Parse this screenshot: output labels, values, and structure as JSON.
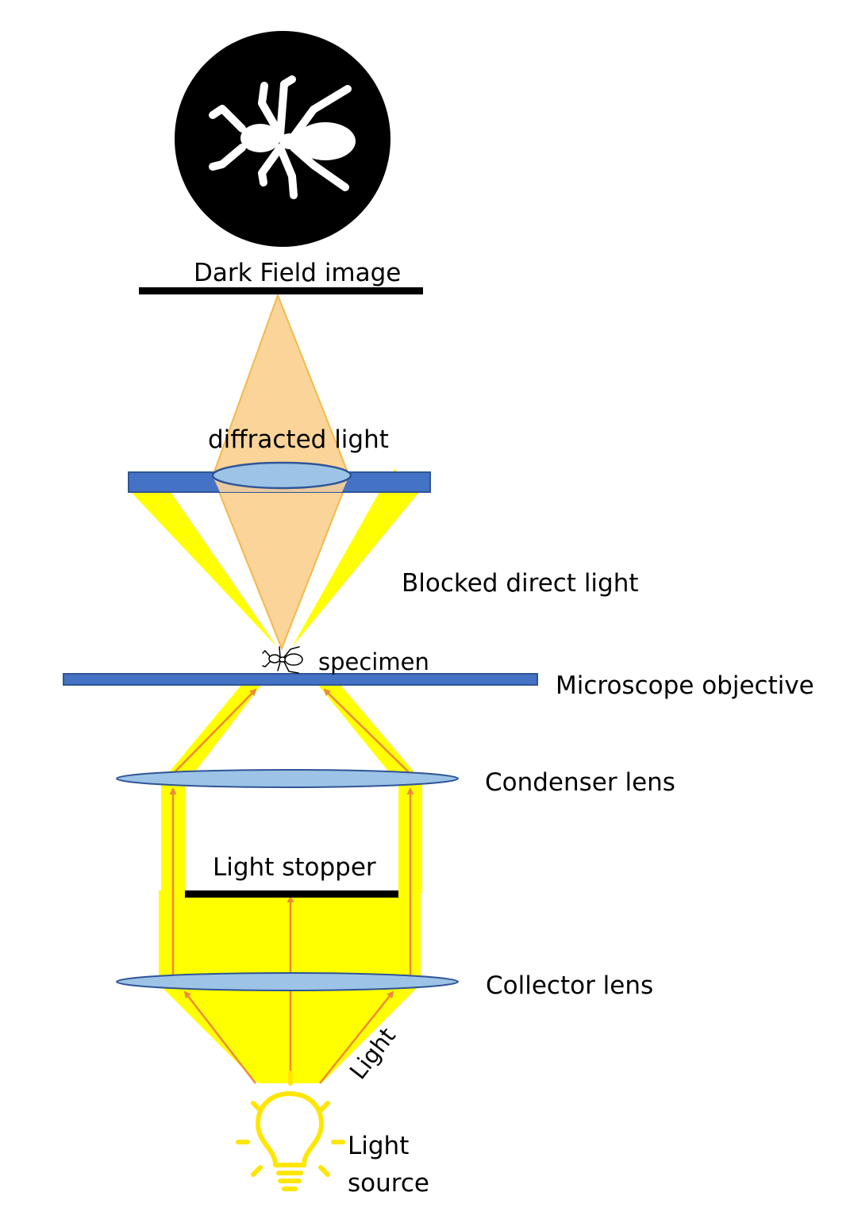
{
  "labels": {
    "dark_field_image": "Dark Field image",
    "diffracted_light": "diffracted light",
    "blocked_direct_light": "Blocked direct light",
    "specimen": "specimen",
    "microscope_objective": "Microscope objective",
    "condenser_lens": "Condenser lens",
    "light_stopper": "Light stopper",
    "collector_lens": "Collector lens",
    "light": "Light",
    "light_source_line1": "Light",
    "light_source_line2": "source"
  },
  "colors": {
    "light_beam": "#ffff00",
    "diffracted_cone": "#fbd49a",
    "cone_outline": "#f5b94a",
    "arrow": "#ee8a3c",
    "lens_fill": "#9dc3e6",
    "lens_stroke": "#2f5597",
    "plate": "#4472c4",
    "bar": "#000000",
    "bulb": "#ffe600"
  },
  "icons": [
    "ant-icon",
    "light-bulb-icon",
    "arrow-icon"
  ]
}
